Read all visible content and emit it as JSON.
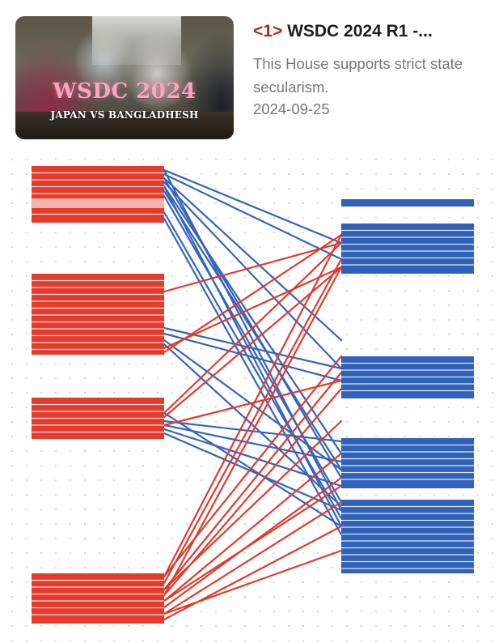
{
  "video": {
    "thumbnail_title": "WSDC 2024",
    "thumbnail_subtitle": "JAPAN VS BANGLADHESH",
    "index_tag": "<1>",
    "title": "WSDC 2024 R1 -...",
    "motion": "This House supports strict state secularism.",
    "date": "2024-09-25"
  },
  "colors": {
    "left_blocks": "#e43b2c",
    "right_blocks": "#2f62b8",
    "line_red": "#df3b2f",
    "line_blue": "#3464bd",
    "background": "#ffffff"
  }
}
